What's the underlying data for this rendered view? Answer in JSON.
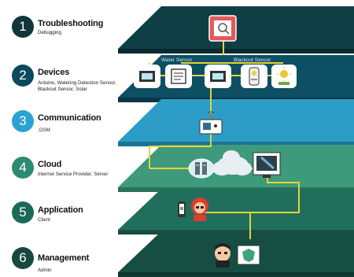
{
  "layers": [
    {
      "number": "1",
      "title": "Troubleshooting",
      "subtitle": "Debugging",
      "circle_color": "#10353a"
    },
    {
      "number": "2",
      "title": "Devices",
      "subtitle": "Arduino, Watering Detection Sensor, Blackout Sensor, Solar",
      "circle_color": "#0b4a5e"
    },
    {
      "number": "3",
      "title": "Communication",
      "subtitle": ",GSM",
      "circle_color": "#2aa3d0"
    },
    {
      "number": "4",
      "title": "Cloud",
      "subtitle": "Internet Service Provider, Server",
      "circle_color": "#2f8a72"
    },
    {
      "number": "5",
      "title": "Application",
      "subtitle": "Client",
      "circle_color": "#1b6a58"
    },
    {
      "number": "6",
      "title": "Management",
      "subtitle": "Admin",
      "circle_color": "#17493f"
    }
  ],
  "diagram": {
    "water_sensor_label": "Water Sensor",
    "blackout_sensor_label": "Blackout Sensor"
  },
  "colors": {
    "connector": "#e8d23a",
    "plate_troubleshooting": "#0f3e45",
    "plate_devices": "#0d4f63",
    "plate_communication": "#2d9cc6",
    "plate_cloud": "#3e9a7a",
    "plate_application": "#206f5c",
    "plate_management": "#174e43"
  },
  "icons": [
    "debug-icon",
    "arduino-icon",
    "water-sensor-icon",
    "blackout-sensor-icon",
    "solar-icon",
    "gsm-module-icon",
    "server-icon",
    "cloud-icon",
    "monitor-icon",
    "smartphone-icon",
    "client-user-icon",
    "admin-user-icon",
    "admin-panel-icon"
  ]
}
